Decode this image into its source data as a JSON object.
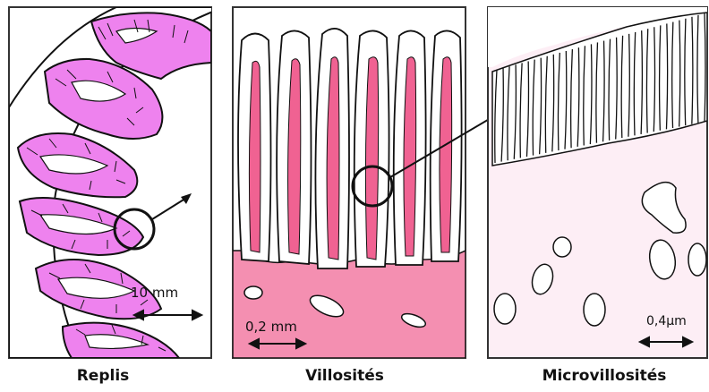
{
  "panels": [
    {
      "caption": "Replis",
      "scale_label": "10 mm"
    },
    {
      "caption": "Villosités",
      "scale_label": "0,2 mm"
    },
    {
      "caption": "Microvillosités",
      "scale_label": "0,4µm"
    }
  ],
  "colors": {
    "fold_fill": "#ee82ee",
    "villi_tissue": "#f48fb1",
    "villi_core": "#f06292",
    "micro_bg": "#fdeef5",
    "outline": "#111111",
    "frame": "#333333"
  }
}
